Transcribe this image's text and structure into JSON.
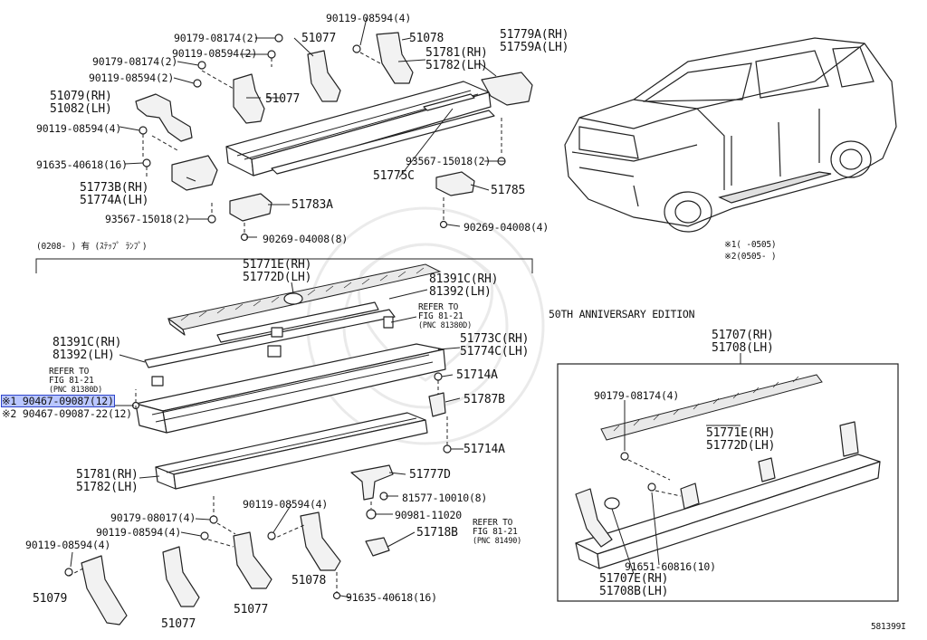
{
  "top_left_labels": {
    "l_90119_08594_4_top": "90119-08594(4)",
    "l_90179_08174_2": "90179-08174(2)",
    "l_51077_a": "51077",
    "l_90119_08594_2_a": "90119-08594(2)",
    "l_90179_08174_2_b": "90179-08174(2)",
    "l_51078_top": "51078",
    "l_51781_rh_top": "51781(RH)",
    "l_51782_lh_top": "51782(LH)",
    "l_51779a_rh": "51779A(RH)",
    "l_51759a_lh": "51759A(LH)",
    "l_90119_08594_2_b": "90119-08594(2)",
    "l_51077_b": "51077",
    "l_51079_rh": "51079(RH)",
    "l_51082_lh": "51082(LH)",
    "l_90119_08594_4_left": "90119-08594(4)",
    "l_91635_40618_16_top": "91635-40618(16)",
    "l_51773b_rh": "51773B(RH)",
    "l_51774a_lh": "51774A(LH)",
    "l_51775c": "51775C",
    "l_93567_15018_2_right": "93567-15018(2)",
    "l_51785": "51785",
    "l_51783a": "51783A",
    "l_93567_15018_2_left": "93567-15018(2)",
    "l_90269_04008_4": "90269-04008(4)",
    "l_90269_04008_8": "90269-04008(8)"
  },
  "vehicle_notes": {
    "note1": "※1(      -0505)",
    "note2": "※2(0505-      )"
  },
  "section_header": "(0208-      ) 有 (ｽﾃｯﾌﾟ  ﾗﾝﾌﾟ)",
  "middle_labels": {
    "l_51771e_rh": "51771E(RH)",
    "l_51772d_lh": "51772D(LH)",
    "l_81391c_rh_top": "81391C(RH)",
    "l_81392_lh_top": "81392(LH)",
    "l_refer_a1": "REFER TO",
    "l_refer_a2": "FIG 81-21",
    "l_refer_a3": "(PNC 81380D)",
    "l_51773c_rh": "51773C(RH)",
    "l_51774c_lh": "51774C(LH)",
    "l_81391c_rh_left": "81391C(RH)",
    "l_81392_lh_left": "81392(LH)",
    "l_refer_b1": "REFER TO",
    "l_refer_b2": "FIG 81-21",
    "l_refer_b3": "(PNC 81380D)",
    "l_51714a_a": "51714A",
    "l_note1_part": "※1 90467-09087(12)",
    "l_note2_part": "※2 90467-09087-22(12)",
    "l_51787b": "51787B",
    "l_51714a_b": "51714A"
  },
  "bottom_labels": {
    "l_51781_rh_bot": "51781(RH)",
    "l_51782_lh_bot": "51782(LH)",
    "l_51777d": "51777D",
    "l_81577_10010_8": "81577-10010(8)",
    "l_90119_08594_4_b1": "90119-08594(4)",
    "l_90179_08017_4": "90179-08017(4)",
    "l_90119_08594_4_b2": "90119-08594(4)",
    "l_90981_11020": "90981-11020",
    "l_refer_c1": "REFER TO",
    "l_refer_c2": "FIG 81-21",
    "l_refer_c3": "(PNC 81490)",
    "l_51718b": "51718B",
    "l_90119_08594_4_b3": "90119-08594(4)",
    "l_51078_bot": "51078",
    "l_91635_40618_16_bot": "91635-40618(16)",
    "l_51079_bot": "51079",
    "l_51077_bot_a": "51077",
    "l_51077_bot_b": "51077"
  },
  "anniversary": {
    "title": "50TH ANNIVERSARY EDITION",
    "l_51707_rh": "51707(RH)",
    "l_51708_lh": "51708(LH)",
    "l_90179_08174_4": "90179-08174(4)",
    "l_51771e_rh": "51771E(RH)",
    "l_51772d_lh": "51772D(LH)",
    "l_91651_60816_10": "91651-60816(10)",
    "l_51707e_rh": "51707E(RH)",
    "l_51708b_lh": "51708B(LH)"
  },
  "figure_number": "581399I",
  "highlight_color": "#b9c6ff"
}
